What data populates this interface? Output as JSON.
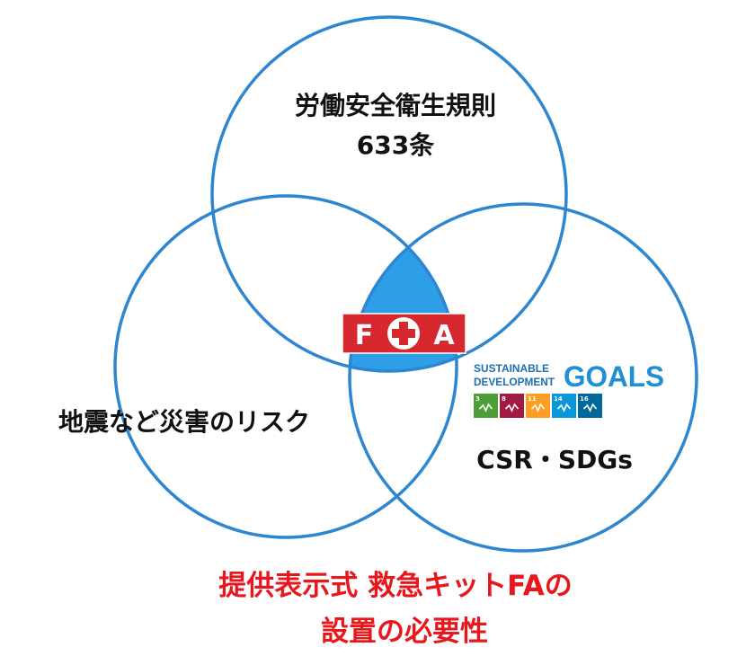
{
  "circles": {
    "top": {
      "line1": "労働安全衛生規則",
      "line2": "633条"
    },
    "left": {
      "label": "地震など災害のリスク"
    },
    "right": {
      "label": "CSR・SDGs"
    }
  },
  "center_badge": {
    "left_letter": "F",
    "right_letter": "A",
    "icon": "first-aid-cross-icon"
  },
  "sdg_logo": {
    "word_sustainable": "SUSTAINABLE",
    "word_development": "DEVELOPMENT",
    "word_goals": "GOALS",
    "tiles": [
      {
        "number": "3",
        "color": "#4C9F38",
        "icon": "heartbeat-icon"
      },
      {
        "number": "8",
        "color": "#A21942",
        "icon": "growth-chart-icon"
      },
      {
        "number": "11",
        "color": "#FD9D24",
        "icon": "city-icon"
      },
      {
        "number": "14",
        "color": "#0A97D9",
        "icon": "fish-icon"
      },
      {
        "number": "16",
        "color": "#00689D",
        "icon": "dove-icon"
      }
    ]
  },
  "caption": {
    "line1": "提供表示式 救急キットFAの",
    "line2": "設置の必要性"
  },
  "colors": {
    "circle_stroke": "#2E86D1",
    "intersection_fill": "#2E9FE6",
    "badge_red": "#D7282F",
    "caption_red": "#E8161D",
    "goals_blue": "#1F8FD6",
    "sdg_text_blue": "#1C6FB3"
  }
}
